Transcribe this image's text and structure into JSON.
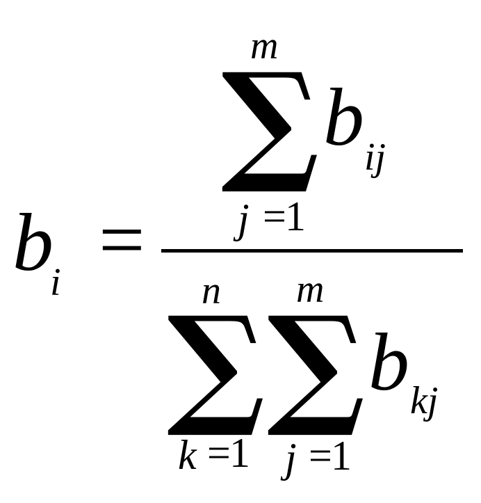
{
  "formula": {
    "lhs": {
      "base": "b",
      "subscript": "i"
    },
    "equals": "=",
    "numerator": {
      "sum_symbol": "∑",
      "upper_limit": "m",
      "lower_var": "j",
      "lower_eq": "=",
      "lower_val": "1",
      "term_base": "b",
      "term_subscript": "ij"
    },
    "denominator": {
      "outer_sum": {
        "sum_symbol": "∑",
        "upper_limit": "n",
        "lower_var": "k",
        "lower_eq": "=",
        "lower_val": "1"
      },
      "inner_sum": {
        "sum_symbol": "∑",
        "upper_limit": "m",
        "lower_var": "j",
        "lower_eq": "=",
        "lower_val": "1"
      },
      "term_base": "b",
      "term_subscript": "kj"
    }
  }
}
